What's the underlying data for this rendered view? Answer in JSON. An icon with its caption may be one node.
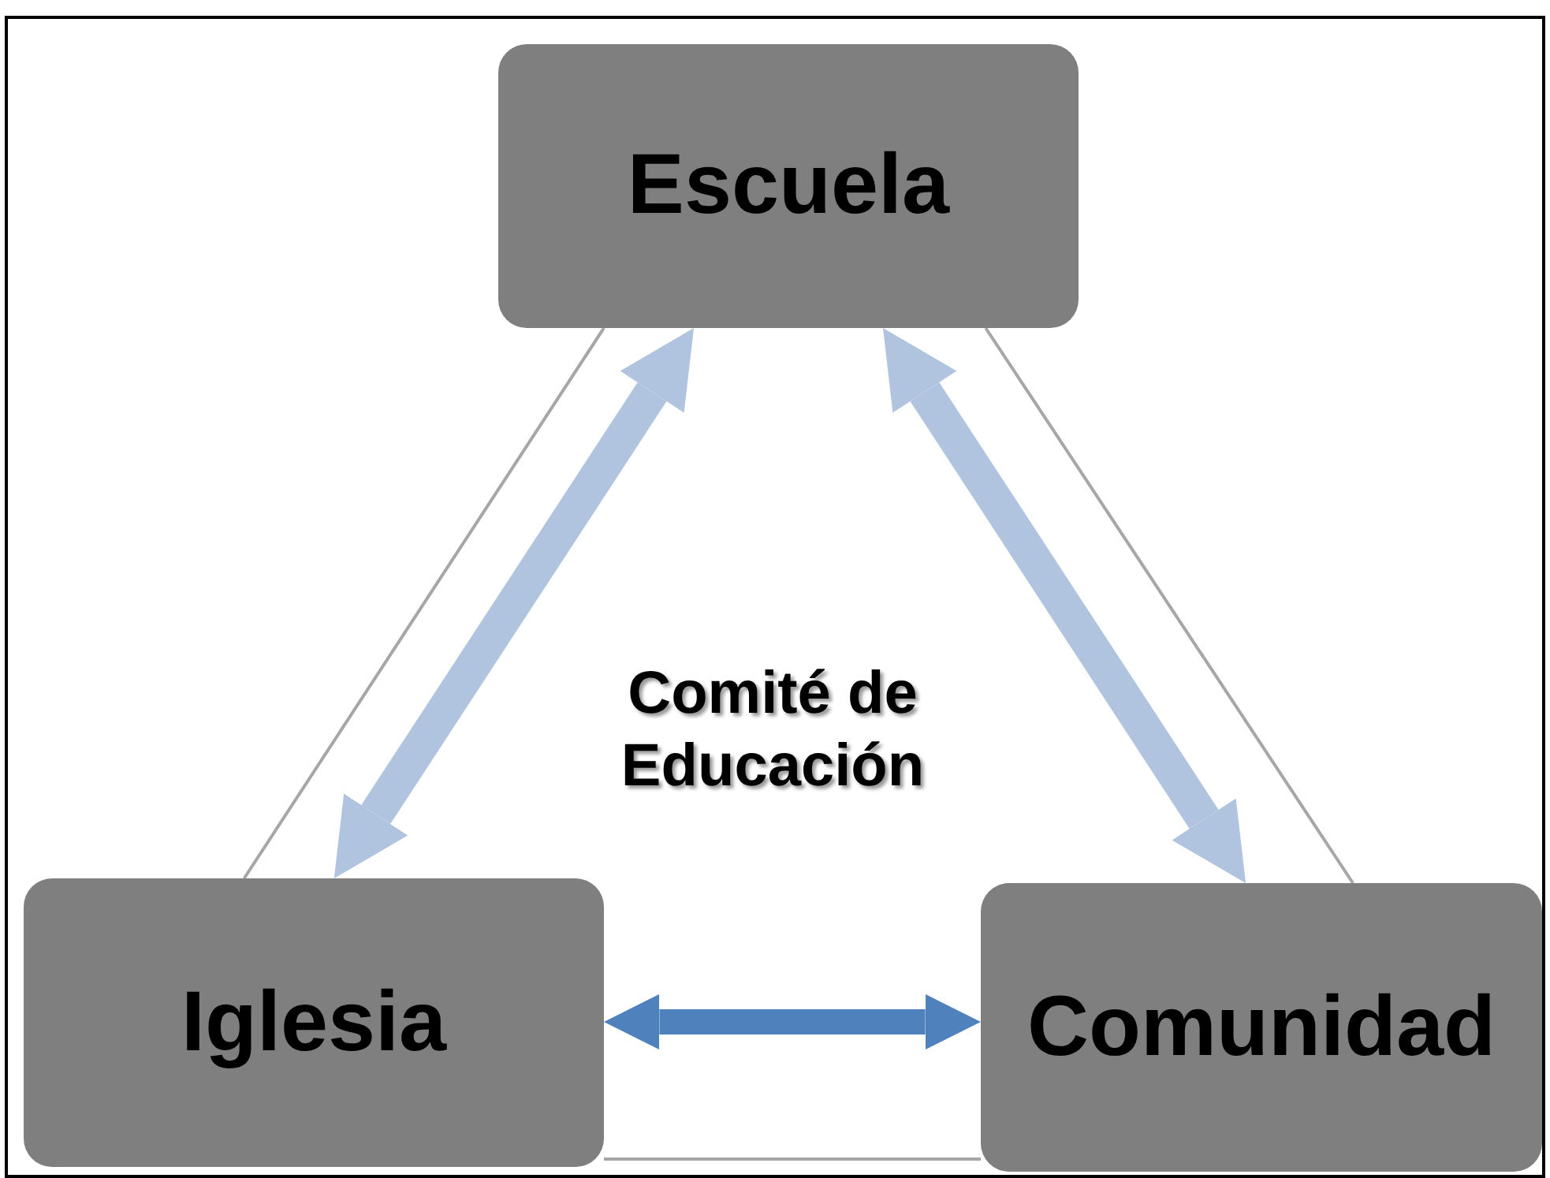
{
  "diagram": {
    "nodes": [
      {
        "text": [
          "Escuela"
        ]
      },
      {
        "text": [
          "Iglesia"
        ]
      },
      {
        "text": [
          "Comunidad"
        ]
      },
      {
        "text": [
          "Comité de Educación"
        ]
      }
    ],
    "edges": [
      {
        "from": 0,
        "to": 1,
        "arrow": "none"
      },
      {
        "from": 0,
        "to": 2,
        "arrow": "none"
      },
      {
        "from": 1,
        "to": 2,
        "arrow": "none"
      },
      {
        "from": 0,
        "to": 1,
        "arrow": "both",
        "style": "thick",
        "color": "#b0c3df"
      },
      {
        "from": 0,
        "to": 2,
        "arrow": "both",
        "style": "thick",
        "color": "#b0c3df"
      },
      {
        "from": 1,
        "to": 2,
        "arrow": "both",
        "style": "thick",
        "color": "#4f81bd"
      }
    ]
  }
}
